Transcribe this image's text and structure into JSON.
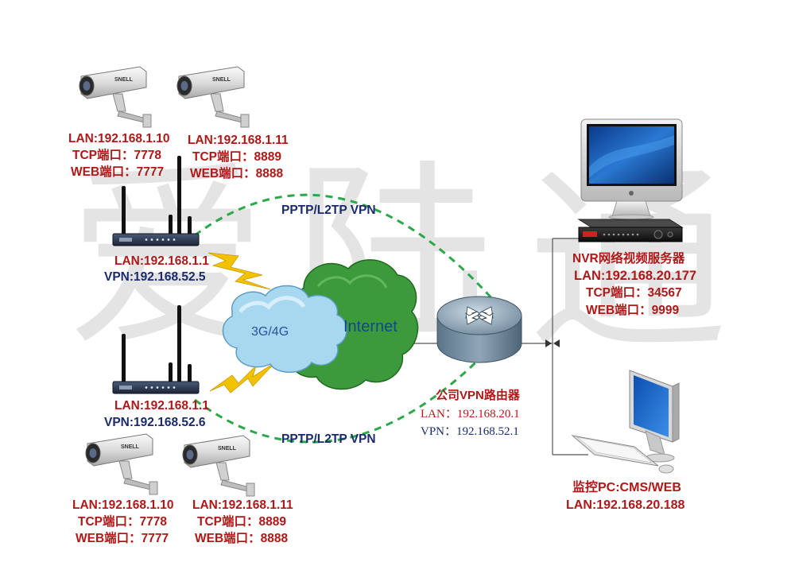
{
  "watermark": {
    "c1": "爱",
    "c2": "陆",
    "c3": "通"
  },
  "vpn_links": {
    "top": "PPTP/L2TP VPN",
    "bottom": "PPTP/L2TP VPN"
  },
  "cloud_3g": "3G/4G",
  "cloud_internet": "Internet",
  "camera_brand": "SNELL",
  "cam_tl": {
    "lan": "LAN:192.168.1.10",
    "tcp": "TCP端口：7778",
    "web": "WEB端口：7777"
  },
  "cam_tr": {
    "lan": "LAN:192.168.1.11",
    "tcp": "TCP端口：8889",
    "web": "WEB端口：8888"
  },
  "cam_bl": {
    "lan": "LAN:192.168.1.10",
    "tcp": "TCP端口：7778",
    "web": "WEB端口：7777"
  },
  "cam_br": {
    "lan": "LAN:192.168.1.11",
    "tcp": "TCP端口：8889",
    "web": "WEB端口：8888"
  },
  "router_top": {
    "lan": "LAN:192.168.1.1",
    "vpn": "VPN:192.168.52.5"
  },
  "router_bottom": {
    "lan": "LAN:192.168.1.1",
    "vpn": "VPN:192.168.52.6"
  },
  "vpn_router": {
    "name": "公司VPN路由器",
    "lan": "LAN：192.168.20.1",
    "vpn": "VPN：192.168.52.1"
  },
  "nvr": {
    "name": "NVR网络视频服务器",
    "lan": "LAN:192.168.20.177",
    "tcp": "TCP端口：34567",
    "web": "WEB端口：9999"
  },
  "pc": {
    "name": "监控PC:CMS/WEB",
    "lan": "LAN:192.168.20.188"
  },
  "colors": {
    "label_red": "#b01818",
    "label_navy": "#1a2a6c",
    "vpn_dash": "#2aa84a",
    "cloud_blue": "#a8d8f0",
    "cloud_green": "#3c9a3c",
    "bolt": "#f2c200"
  }
}
